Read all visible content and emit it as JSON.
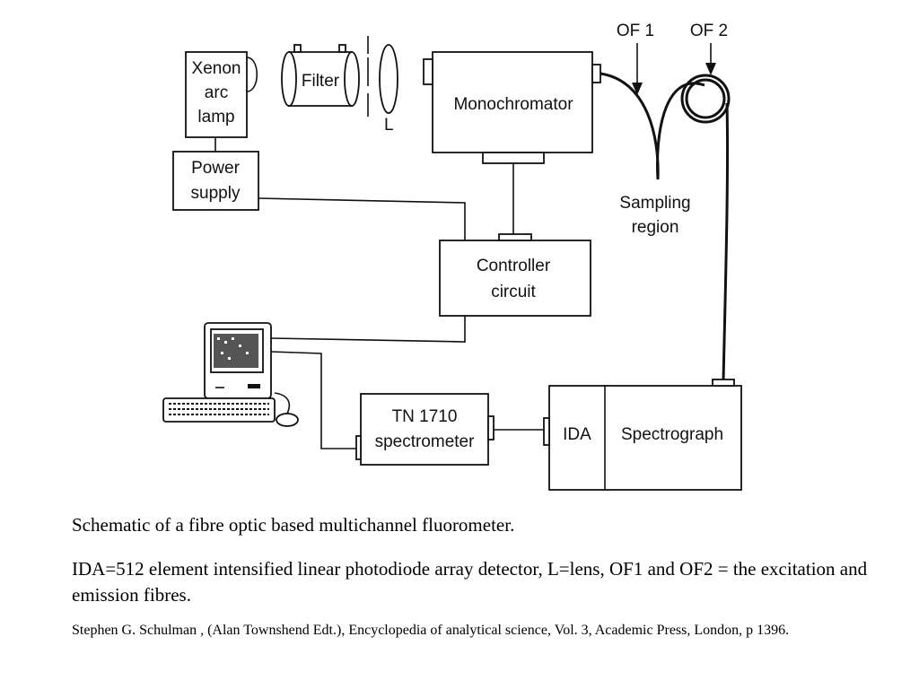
{
  "diagram": {
    "xenon_lamp": [
      "Xenon",
      "arc",
      "lamp"
    ],
    "filter": "Filter",
    "lens": "L",
    "monochromator": "Monochromator",
    "power_supply": [
      "Power",
      "supply"
    ],
    "controller": [
      "Controller",
      "circuit"
    ],
    "of1": "OF 1",
    "of2": "OF 2",
    "sampling": [
      "Sampling",
      "region"
    ],
    "tn1710": [
      "TN 1710",
      "spectrometer"
    ],
    "ida": "IDA",
    "spectrograph": "Spectrograph"
  },
  "captions": {
    "title": "Schematic of a fibre optic based multichannel fluorometer.",
    "description": "IDA=512 element intensified linear photodiode array detector, L=lens, OF1 and OF2 = the excitation and emission fibres.",
    "reference": "Stephen G. Schulman , (Alan Townshend Edt.), Encyclopedia of analytical science, Vol. 3, Academic Press, London, p 1396."
  }
}
